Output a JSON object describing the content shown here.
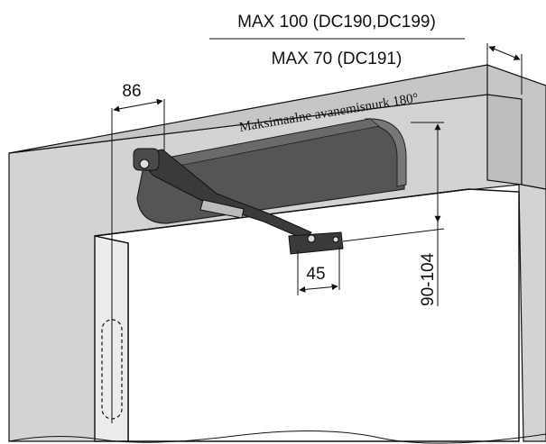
{
  "max_frame_text": "MAX 100 (DC190,DC199)",
  "max_door_text": "MAX 70 (DC191)",
  "hinge_offset": "86",
  "arm_shoe_width": "45",
  "mount_height": "90-104",
  "max_angle_text": "Maksimaalne avanemisnurk 180°",
  "colors": {
    "line": "#111111",
    "wall": "#d3d3d3",
    "wall_dark": "#b9b9b9",
    "closer_body": "#555555",
    "closer_dark": "#3a3a3a",
    "door": "#ffffff"
  }
}
